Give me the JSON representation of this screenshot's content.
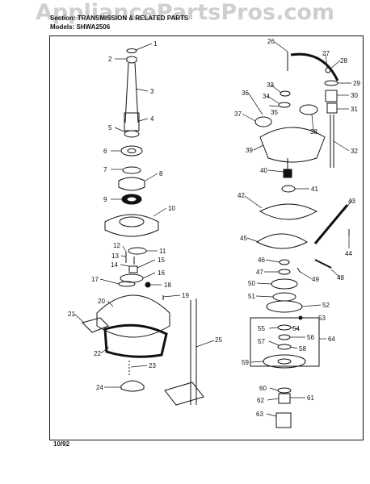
{
  "header": {
    "watermark": "AppliancePartsPros.com",
    "section_line": "Section: TRANSMISSION & RELATED PARTS",
    "models_line": "Models: SHWA2506"
  },
  "footer": {
    "date": "10/92"
  },
  "callouts": [
    "1",
    "2",
    "3",
    "4",
    "5",
    "6",
    "7",
    "8",
    "9",
    "10",
    "11",
    "12",
    "13",
    "14",
    "15",
    "16",
    "17",
    "18",
    "19",
    "20",
    "21",
    "22",
    "23",
    "24",
    "25",
    "26",
    "27",
    "28",
    "29",
    "30",
    "31",
    "32",
    "33",
    "34",
    "35",
    "36",
    "37",
    "38",
    "39",
    "40",
    "41",
    "42",
    "43",
    "44",
    "45",
    "46",
    "47",
    "48",
    "49",
    "50",
    "51",
    "52",
    "53",
    "54",
    "55",
    "56",
    "57",
    "58",
    "59",
    "60",
    "61",
    "62",
    "63",
    "64"
  ]
}
